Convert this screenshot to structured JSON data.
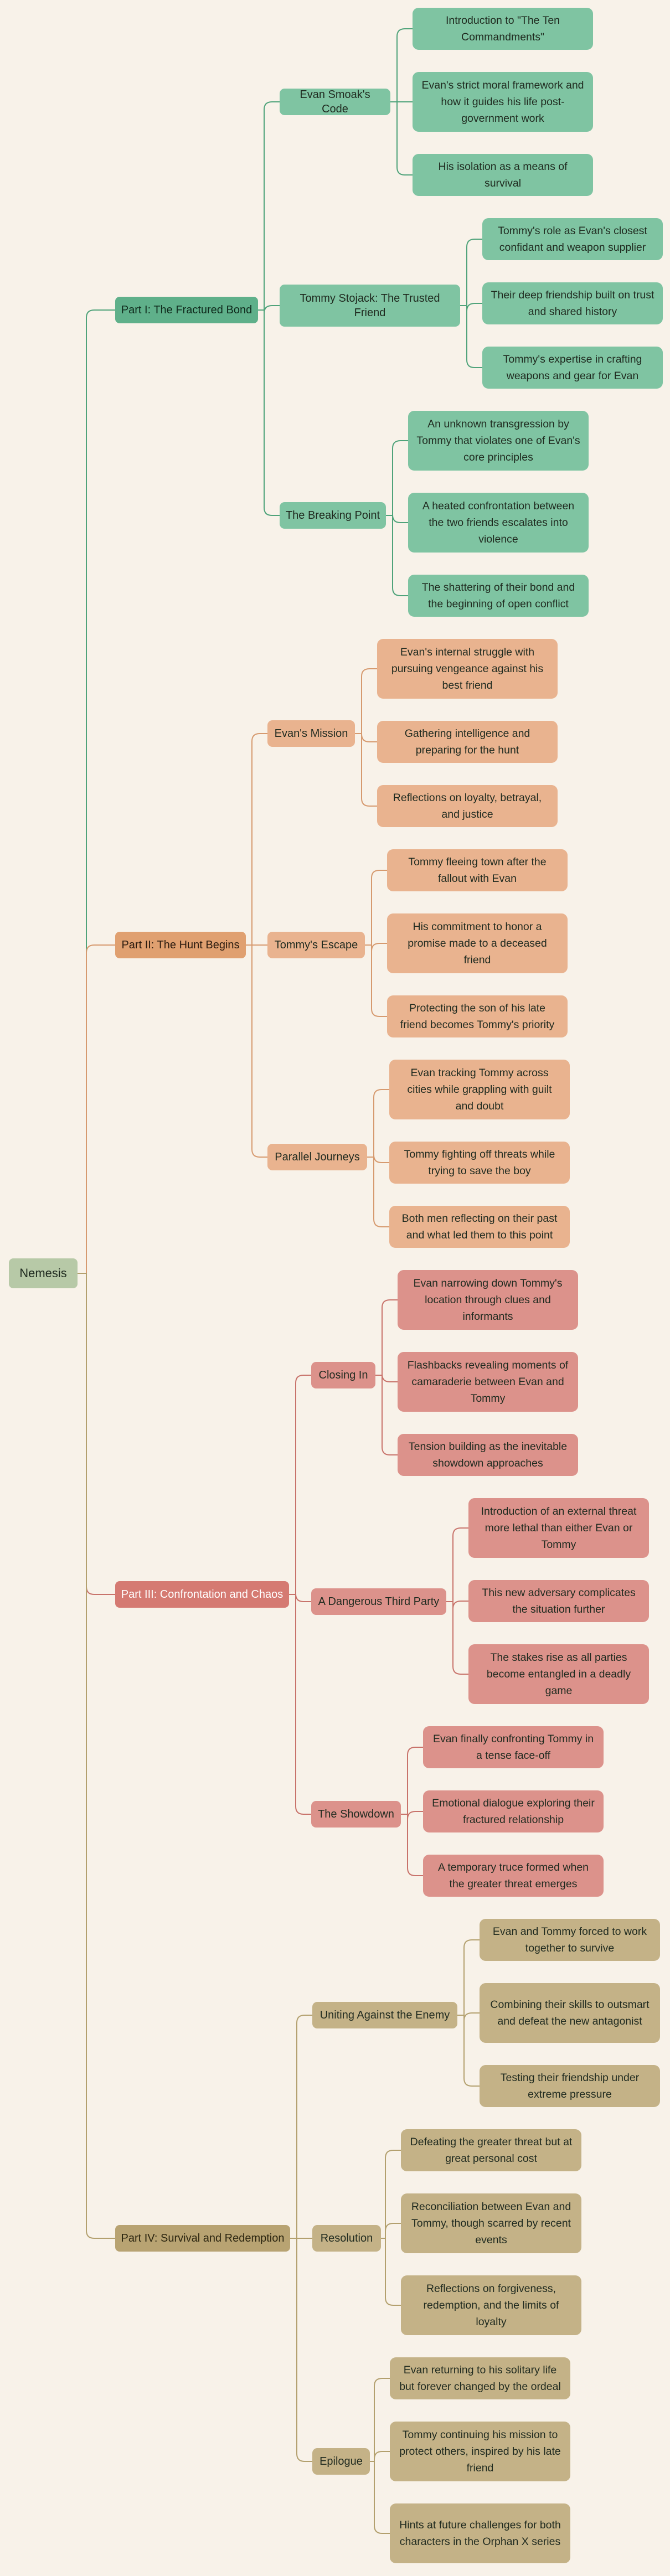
{
  "colors": {
    "background": "#f8f2e9",
    "root": "#b7c9a7",
    "part1": "#7fc4a2",
    "part2": "#e9b38f",
    "part3": "#dc928b",
    "part4": "#c4b287"
  },
  "root": {
    "label": "Nemesis"
  },
  "parts": [
    {
      "title": "Part I: The Fractured Bond",
      "sections": [
        {
          "title": "Evan Smoak's Code",
          "points": [
            "Introduction to \"The Ten Commandments\"",
            "Evan's strict moral framework and how it guides his life post-government work",
            "His isolation as a means of survival"
          ]
        },
        {
          "title": "Tommy Stojack: The Trusted Friend",
          "points": [
            "Tommy's role as Evan's closest confidant and weapon supplier",
            "Their deep friendship built on trust and shared history",
            "Tommy's expertise in crafting weapons and gear for Evan"
          ]
        },
        {
          "title": "The Breaking Point",
          "points": [
            "An unknown transgression by Tommy that violates one of Evan's core principles",
            "A heated confrontation between the two friends escalates into violence",
            "The shattering of their bond and the beginning of open conflict"
          ]
        }
      ]
    },
    {
      "title": "Part II: The Hunt Begins",
      "sections": [
        {
          "title": "Evan's Mission",
          "points": [
            "Evan's internal struggle with pursuing vengeance against his best friend",
            "Gathering intelligence and preparing for the hunt",
            "Reflections on loyalty, betrayal, and justice"
          ]
        },
        {
          "title": "Tommy's Escape",
          "points": [
            "Tommy fleeing town after the fallout with Evan",
            "His commitment to honor a promise made to a deceased friend",
            "Protecting the son of his late friend becomes Tommy's priority"
          ]
        },
        {
          "title": "Parallel Journeys",
          "points": [
            "Evan tracking Tommy across cities while grappling with guilt and doubt",
            "Tommy fighting off threats while trying to save the boy",
            "Both men reflecting on their past and what led them to this point"
          ]
        }
      ]
    },
    {
      "title": "Part III: Confrontation and Chaos",
      "sections": [
        {
          "title": "Closing In",
          "points": [
            "Evan narrowing down Tommy's location through clues and informants",
            "Flashbacks revealing moments of camaraderie between Evan and Tommy",
            "Tension building as the inevitable showdown approaches"
          ]
        },
        {
          "title": "A Dangerous Third Party",
          "points": [
            "Introduction of an external threat more lethal than either Evan or Tommy",
            "This new adversary complicates the situation further",
            "The stakes rise as all parties become entangled in a deadly game"
          ]
        },
        {
          "title": "The Showdown",
          "points": [
            "Evan finally confronting Tommy in a tense face-off",
            "Emotional dialogue exploring their fractured relationship",
            "A temporary truce formed when the greater threat emerges"
          ]
        }
      ]
    },
    {
      "title": "Part IV: Survival and Redemption",
      "sections": [
        {
          "title": "Uniting Against the Enemy",
          "points": [
            "Evan and Tommy forced to work together to survive",
            "Combining their skills to outsmart and defeat the new antagonist",
            "Testing their friendship under extreme pressure"
          ]
        },
        {
          "title": "Resolution",
          "points": [
            "Defeating the greater threat but at great personal cost",
            "Reconciliation between Evan and Tommy, though scarred by recent events",
            "Reflections on forgiveness, redemption, and the limits of loyalty"
          ]
        },
        {
          "title": "Epilogue",
          "points": [
            "Evan returning to his solitary life but forever changed by the ordeal",
            "Tommy continuing his mission to protect others, inspired by his late friend",
            "Hints at future challenges for both characters in the Orphan X series"
          ]
        }
      ]
    }
  ]
}
